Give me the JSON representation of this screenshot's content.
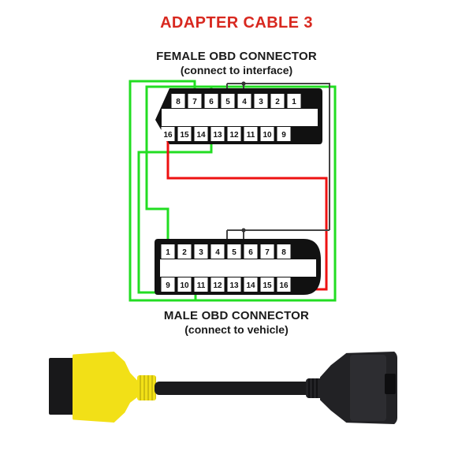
{
  "title": "ADAPTER CABLE 3",
  "accent_color": "#d8281f",
  "wire_colors": {
    "green": "#22dd22",
    "red": "#ee1111",
    "black": "#444444"
  },
  "female_caption": {
    "line1": "FEMALE OBD CONNECTOR",
    "line2": "(connect to interface)"
  },
  "male_caption": {
    "line1": "MALE OBD CONNECTOR",
    "line2": "(connect to vehicle)"
  },
  "female_connector": {
    "name": "FEMALE OBD CONNECTOR",
    "top_row": [
      "8",
      "7",
      "6",
      "5",
      "4",
      "3",
      "2",
      "1"
    ],
    "bottom_row": [
      "16",
      "15",
      "14",
      "13",
      "12",
      "11",
      "10",
      "9"
    ]
  },
  "male_connector": {
    "name": "MALE OBD CONNECTOR",
    "top_row": [
      "1",
      "2",
      "3",
      "4",
      "5",
      "6",
      "7",
      "8"
    ],
    "bottom_row": [
      "9",
      "10",
      "11",
      "12",
      "13",
      "14",
      "15",
      "16"
    ]
  },
  "connections": [
    {
      "from": "female-7",
      "to": "male-9",
      "color": "green"
    },
    {
      "from": "female-6",
      "to": "male-1",
      "color": "green"
    },
    {
      "from": "female-14",
      "to": "male-12",
      "color": "green"
    },
    {
      "from": "female-16",
      "to": "male-16",
      "color": "red"
    },
    {
      "from": "female-4",
      "to": "male-4",
      "color": "black"
    },
    {
      "from": "female-5",
      "to": "male-5",
      "color": "black"
    }
  ],
  "photo": {
    "alt": "OBD adapter cable with yellow connector and black connector"
  }
}
